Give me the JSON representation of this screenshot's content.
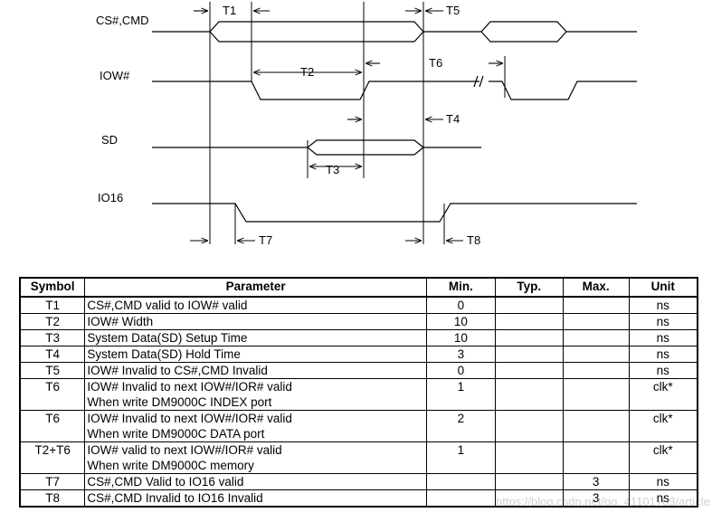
{
  "diagram": {
    "signals": [
      "CS#,CMD",
      "IOW#",
      "SD",
      "IO16"
    ],
    "timings": [
      "T1",
      "T2",
      "T3",
      "T4",
      "T5",
      "T6",
      "T7",
      "T8"
    ]
  },
  "table": {
    "headers": [
      "Symbol",
      "Parameter",
      "Min.",
      "Typ.",
      "Max.",
      "Unit"
    ],
    "rows": [
      {
        "symbol": "T1",
        "param1": "CS#,CMD valid to IOW# valid",
        "param2": "",
        "min": "0",
        "typ": "",
        "max": "",
        "unit": "ns"
      },
      {
        "symbol": "T2",
        "param1": "IOW# Width",
        "param2": "",
        "min": "10",
        "typ": "",
        "max": "",
        "unit": "ns"
      },
      {
        "symbol": "T3",
        "param1": "System Data(SD) Setup Time",
        "param2": "",
        "min": "10",
        "typ": "",
        "max": "",
        "unit": "ns"
      },
      {
        "symbol": "T4",
        "param1": "System Data(SD) Hold Time",
        "param2": "",
        "min": "3",
        "typ": "",
        "max": "",
        "unit": "ns"
      },
      {
        "symbol": "T5",
        "param1": "IOW# Invalid to CS#,CMD Invalid",
        "param2": "",
        "min": "0",
        "typ": "",
        "max": "",
        "unit": "ns"
      },
      {
        "symbol": "T6",
        "param1": "IOW# Invalid to next IOW#/IOR# valid",
        "param2": "When write DM9000C INDEX port",
        "min": "1",
        "typ": "",
        "max": "",
        "unit": "clk*"
      },
      {
        "symbol": "T6",
        "param1": "IOW# Invalid to next IOW#/IOR# valid",
        "param2": "When write DM9000C DATA port",
        "min": "2",
        "typ": "",
        "max": "",
        "unit": "clk*"
      },
      {
        "symbol": "T2+T6",
        "param1": "IOW# valid to next IOW#/IOR# valid",
        "param2": "When write DM9000C memory",
        "min": "1",
        "typ": "",
        "max": "",
        "unit": "clk*"
      },
      {
        "symbol": "T7",
        "param1": "CS#,CMD Valid to IO16 valid",
        "param2": "",
        "min": "",
        "typ": "",
        "max": "3",
        "unit": "ns"
      },
      {
        "symbol": "T8",
        "param1": "CS#,CMD Invalid to IO16 Invalid",
        "param2": "",
        "min": "",
        "typ": "",
        "max": "3",
        "unit": "ns"
      }
    ]
  },
  "watermark": "https://blog.csdn.net/qq_41101703/article"
}
